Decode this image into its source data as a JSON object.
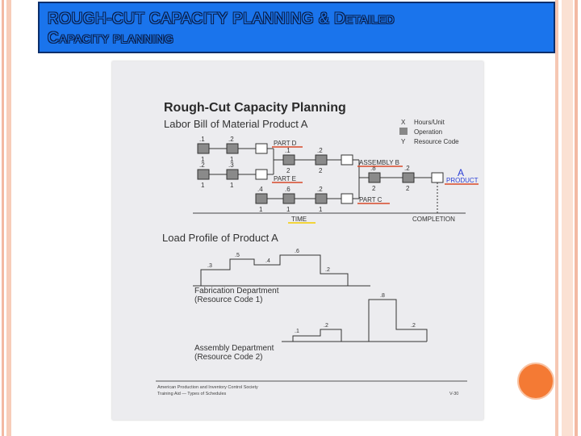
{
  "slide": {
    "title_line1_main": "ROUGH-CUT CAPACITY PLANNING & D",
    "title_line1_sc": "ETAILED",
    "title_line2_main": "C",
    "title_line2_sc": "APACITY PLANNING"
  },
  "scan": {
    "heading": "Rough-Cut Capacity Planning",
    "subheading": "Labor Bill of Material Product A",
    "legend": [
      {
        "symbol": "X",
        "label": "Hours/Unit"
      },
      {
        "symbol": "",
        "label": "Operation"
      },
      {
        "symbol": "Y",
        "label": "Resource Code"
      }
    ],
    "bom": {
      "hours_row1": [
        ".1",
        ".2"
      ],
      "codes_row1": [
        "1",
        "1"
      ],
      "hours_row2": [
        ".2",
        ".3"
      ],
      "codes_row2": [
        "1",
        "1"
      ],
      "part_d_label": "PART D",
      "part_d_hours": [
        ".1",
        ".2"
      ],
      "part_d_codes": [
        "2",
        "2"
      ],
      "part_e_label": "PART E",
      "assembly_b_label": "ASSEMBLY B",
      "assembly_b_hours": [
        ".8",
        ".2"
      ],
      "assembly_b_codes": [
        "2",
        "2"
      ],
      "row3_hours": [
        ".4",
        ".6",
        ".2"
      ],
      "row3_codes": [
        "1",
        "1",
        "1"
      ],
      "part_c_label": "PART C",
      "product_label": "A",
      "product_text": "PRODUCT",
      "time_label": "TIME",
      "completion_label": "COMPLETION"
    },
    "load_profile_title": "Load Profile of Product A",
    "fabrication": {
      "labels": [
        ".3",
        ".5",
        ".4",
        ".6",
        ".2"
      ],
      "caption_line1": "Fabrication Department",
      "caption_line2": "(Resource Code 1)"
    },
    "assembly": {
      "labels": [
        ".1",
        ".2",
        ".8",
        ".2"
      ],
      "caption_line1": "Assembly Department",
      "caption_line2": "(Resource Code 2)"
    },
    "footer_line1": "American Production and Inventory Control Society",
    "footer_line2": "Training Aid — Types of Schedules",
    "footer_page": "V-30"
  },
  "colors": {
    "title_bg": "#1a74ec",
    "accent_orange": "#f47a34",
    "annotation_red": "#d84a2a",
    "annotation_blue": "#2b3fd6",
    "annotation_yellow": "#f2d43a"
  }
}
